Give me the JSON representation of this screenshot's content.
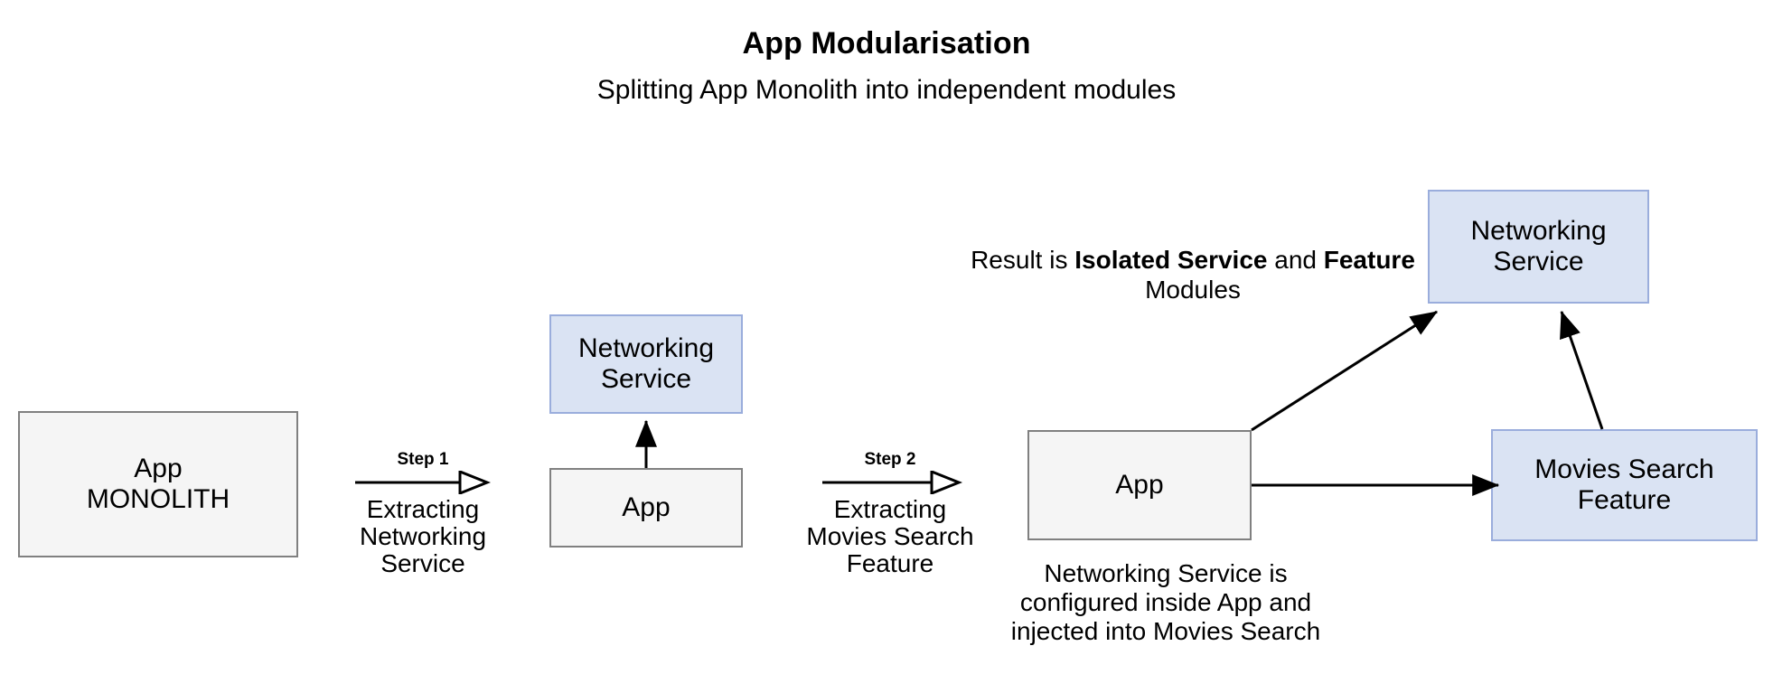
{
  "diagram": {
    "title": "App Modularisation",
    "subtitle": "Splitting App Monolith into independent\nmodules",
    "colors": {
      "gray_fill": "#f5f5f5",
      "gray_border": "#808080",
      "blue_fill": "#dae3f3",
      "blue_border": "#9aaddc",
      "stroke": "#000000",
      "background": "#ffffff"
    },
    "nodes": {
      "monolith": "App\nMONOLITH",
      "networking_service_mid": "Networking\nService",
      "app_mid": "App",
      "app_right": "App",
      "networking_service_right": "Networking\nService",
      "movies_search_feature": "Movies Search\nFeature"
    },
    "steps": [
      {
        "label": "Step 1",
        "caption": "Extracting\nNetworking\nService",
        "arrow": "open-triangle-right"
      },
      {
        "label": "Step 2",
        "caption": "Extracting\nMovies Search\nFeature",
        "arrow": "open-triangle-right"
      }
    ],
    "annotations": {
      "result": {
        "prefix": "Result is ",
        "bold1": "Isolated Service",
        "middle": " and ",
        "bold2": "Feature",
        "suffix": " Modules"
      },
      "note": "Networking Service is\nconfigured inside App and\ninjected into Movies Search"
    },
    "connectors": [
      {
        "name": "app-mid-to-networking-mid",
        "from": "app_mid",
        "to": "networking_service_mid",
        "style": "solid-arrow"
      },
      {
        "name": "app-right-to-networking-right",
        "from": "app_right",
        "to": "networking_service_right",
        "style": "solid-arrow"
      },
      {
        "name": "app-right-to-movies-search",
        "from": "app_right",
        "to": "movies_search_feature",
        "style": "solid-arrow"
      },
      {
        "name": "movies-search-to-networking-right",
        "from": "movies_search_feature",
        "to": "networking_service_right",
        "style": "solid-arrow"
      }
    ]
  }
}
